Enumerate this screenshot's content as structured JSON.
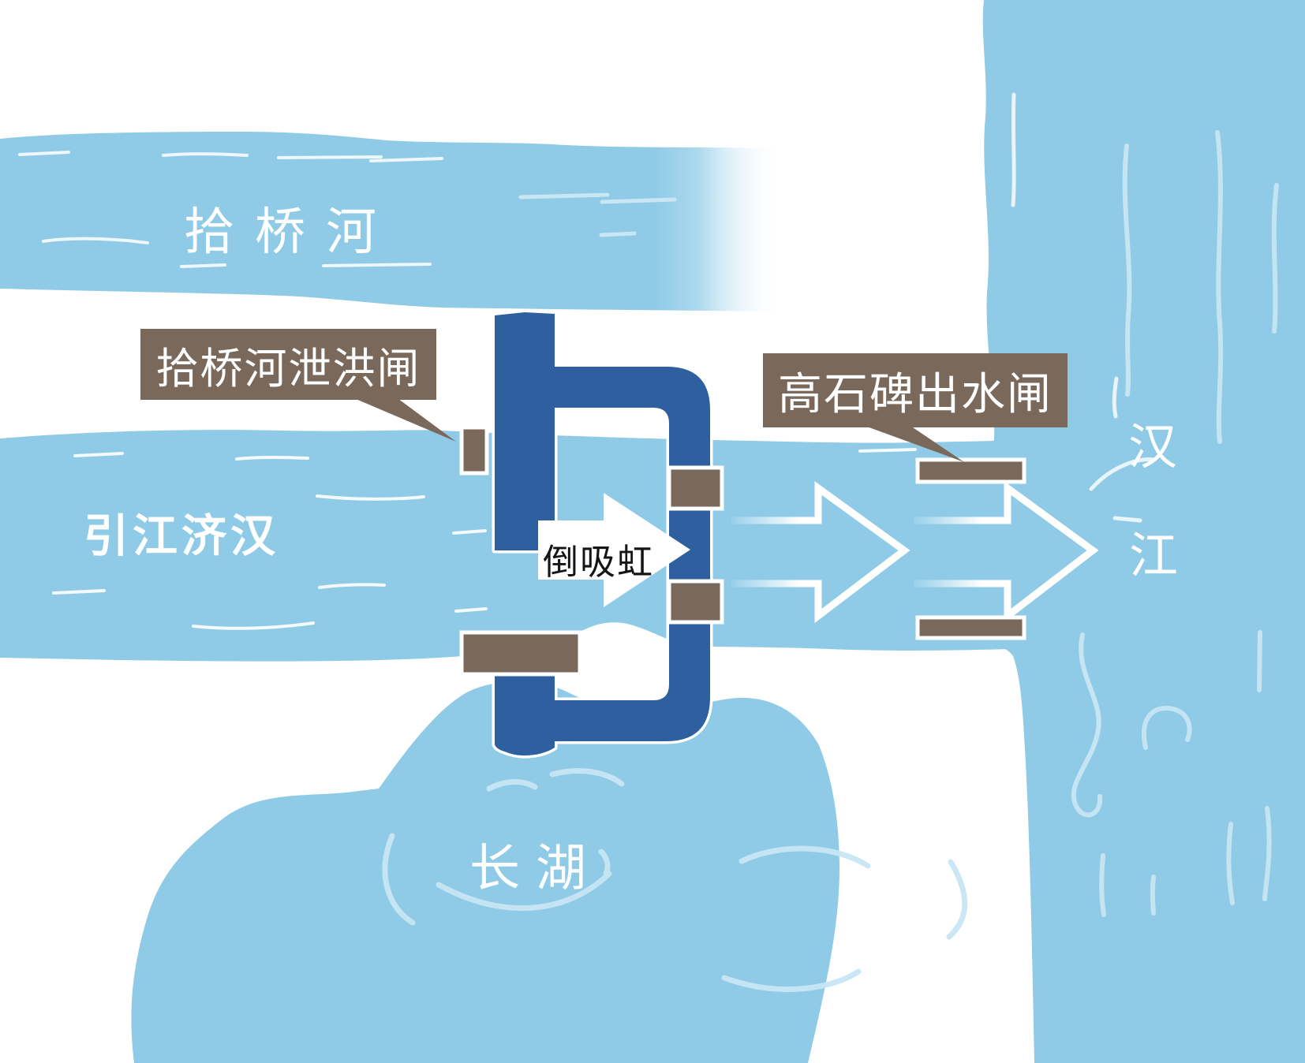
{
  "rivers": {
    "shiqiao": {
      "label": "拾桥河"
    },
    "yinjiangjihan": {
      "label": "引江济汉"
    },
    "changhu": {
      "label": "长湖"
    },
    "hanjiang": {
      "label": "汉江",
      "label_chars": [
        "汉",
        "江"
      ]
    }
  },
  "callouts": {
    "xiehongzha": {
      "label": "拾桥河泄洪闸"
    },
    "chushuizha": {
      "label": "高石碑出水闸"
    }
  },
  "siphon": {
    "label": "倒吸虹"
  },
  "colors": {
    "water": "#8fcbe7",
    "water_ripple": "#c8e6f4",
    "pipe_blue": "#2e5f9f",
    "gate_brown": "#7a695b",
    "outline_white": "#ffffff",
    "siphon_text": "#151515"
  }
}
